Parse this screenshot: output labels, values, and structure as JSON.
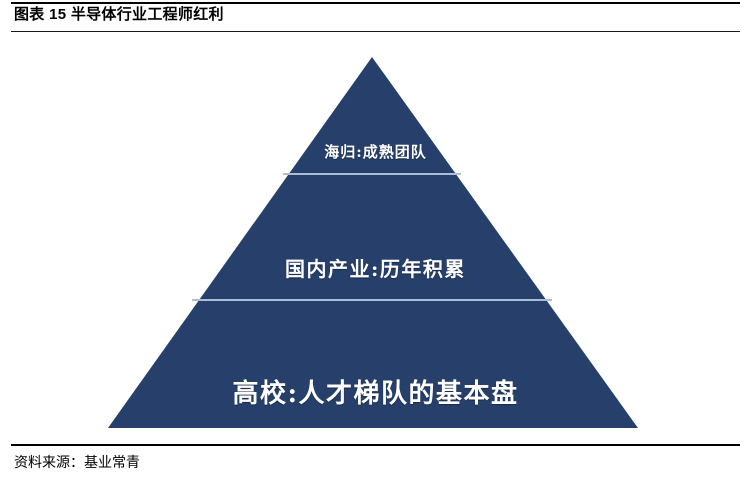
{
  "figure": {
    "title": "图表 15 半导体行业工程师红利",
    "source_label": "资料来源：基业常青"
  },
  "colors": {
    "pyramid_fill": "#26406b",
    "divider_line": "#aebdd6",
    "label_text": "#ffffff",
    "rule": "#000000",
    "background": "#ffffff"
  },
  "chart_data": {
    "type": "pyramid",
    "title": "图表 15 半导体行业工程师红利",
    "orientation": "apex-up",
    "tiers": [
      {
        "level": 1,
        "position": "top",
        "label": "海归:成熟团队",
        "relative_width": 0.27,
        "fill": "#26406b"
      },
      {
        "level": 2,
        "position": "middle",
        "label": "国内产业:历年积累",
        "relative_width": 0.65,
        "fill": "#26406b"
      },
      {
        "level": 3,
        "position": "bottom",
        "label": "高校:人才梯队的基本盘",
        "relative_width": 1.0,
        "fill": "#26406b"
      }
    ],
    "legend": [],
    "xlabel": "",
    "ylabel": "",
    "grid": false
  }
}
